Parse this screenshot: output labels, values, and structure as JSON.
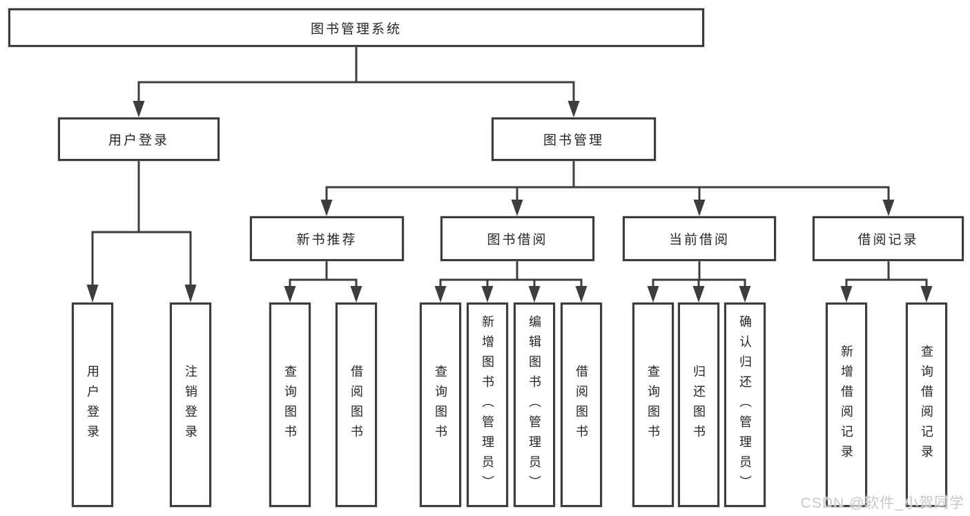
{
  "diagram": {
    "root": {
      "label": "图书管理系统"
    },
    "branches": [
      {
        "label": "用户登录",
        "children": [
          {
            "label": "用户登录"
          },
          {
            "label": "注销登录"
          }
        ]
      },
      {
        "label": "图书管理",
        "children": [
          {
            "label": "新书推荐",
            "children": [
              {
                "label": "查询图书"
              },
              {
                "label": "借阅图书"
              }
            ]
          },
          {
            "label": "图书借阅",
            "children": [
              {
                "label": "查询图书"
              },
              {
                "label": "新增图书（管理员）"
              },
              {
                "label": "编辑图书（管理员）"
              },
              {
                "label": "借阅图书"
              }
            ]
          },
          {
            "label": "当前借阅",
            "children": [
              {
                "label": "查询图书"
              },
              {
                "label": "归还图书"
              },
              {
                "label": "确认归还（管理员）"
              }
            ]
          },
          {
            "label": "借阅记录",
            "children": [
              {
                "label": "新增借阅记录"
              },
              {
                "label": "查询借阅记录"
              }
            ]
          }
        ]
      }
    ],
    "style": {
      "background": "#ffffff",
      "box_border": "#3d3d3d",
      "connector_line": "#3d3d3d",
      "text": "#262626",
      "watermark_color": "#c7c7c7"
    },
    "watermark": {
      "text": "CSDN @软件_小贺同学"
    }
  }
}
